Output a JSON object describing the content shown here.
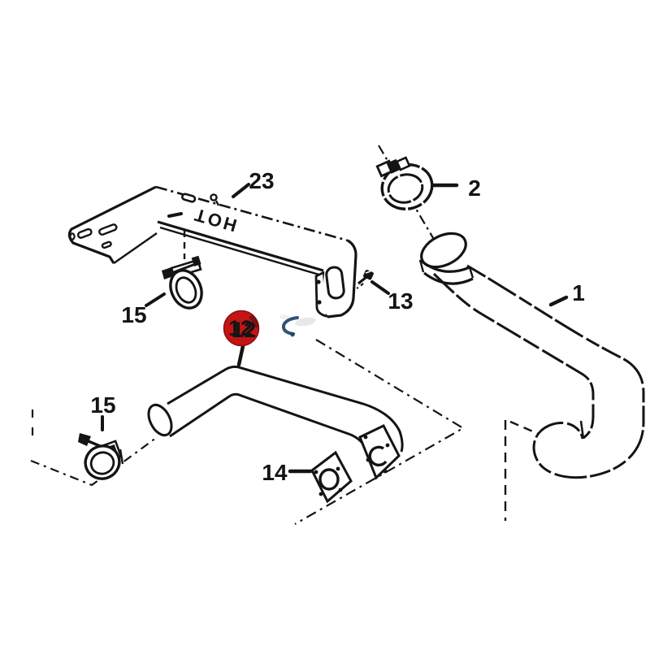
{
  "diagram": {
    "background_color": "#ffffff",
    "ink_color": "#141414",
    "highlight_color": "#c41414",
    "artifact_blue_color": "#1e3f68",
    "bracket_stamp": "HOT",
    "highlighted_part_label": "12",
    "callouts": [
      {
        "label": "23"
      },
      {
        "label": "2"
      },
      {
        "label": "1"
      },
      {
        "label": "13"
      },
      {
        "label": "15"
      },
      {
        "label": "15"
      },
      {
        "label": "14"
      },
      {
        "label": "12"
      }
    ]
  }
}
